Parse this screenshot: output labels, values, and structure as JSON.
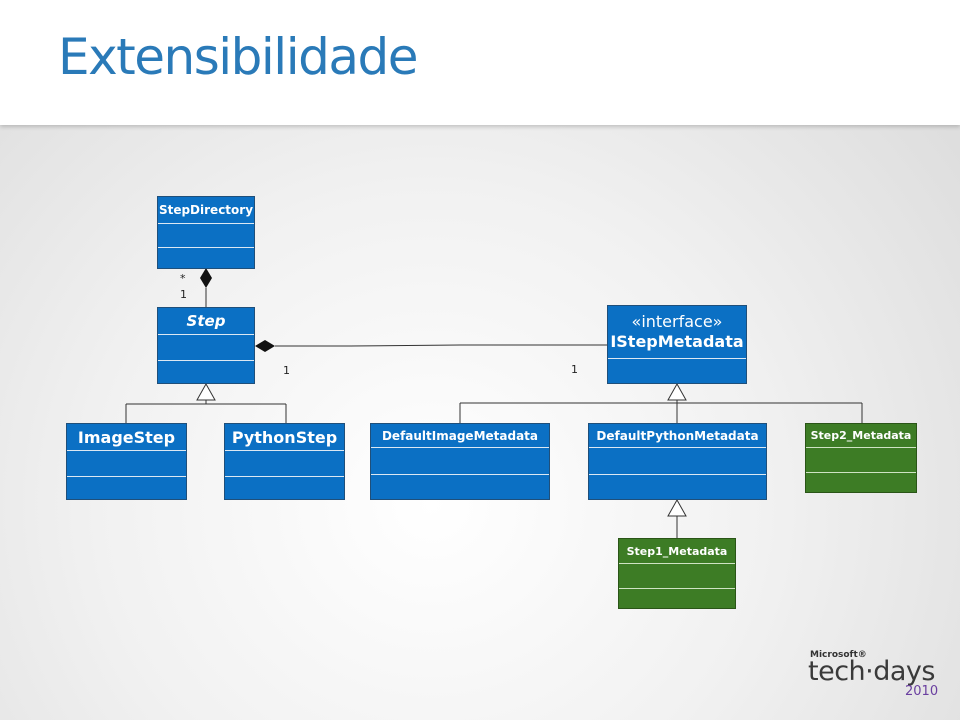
{
  "slide": {
    "title": "Extensibilidade"
  },
  "classes": {
    "step_directory": {
      "name": "StepDirectory"
    },
    "step": {
      "name": "Step"
    },
    "image_step": {
      "name": "ImageStep"
    },
    "python_step": {
      "name": "PythonStep"
    },
    "istep_metadata": {
      "stereotype": "«interface»",
      "name": "IStepMetadata"
    },
    "default_image_metadata": {
      "name": "DefaultImageMetadata"
    },
    "default_python_metadata": {
      "name": "DefaultPythonMetadata"
    },
    "step2_metadata": {
      "name": "Step2_Metadata"
    },
    "step1_metadata": {
      "name": "Step1_Metadata"
    }
  },
  "associations": {
    "directory_step": {
      "mult_star": "*",
      "mult_one": "1"
    },
    "step_metadata": {
      "mult_step_side": "1",
      "mult_metadata_side": "1"
    }
  },
  "logo": {
    "microsoft": "Microsoft®",
    "brand": "tech·days",
    "year": "2010"
  },
  "colors": {
    "title": "#2a7ab8",
    "class_blue": "#0b70c4",
    "class_green": "#3d7c25"
  }
}
